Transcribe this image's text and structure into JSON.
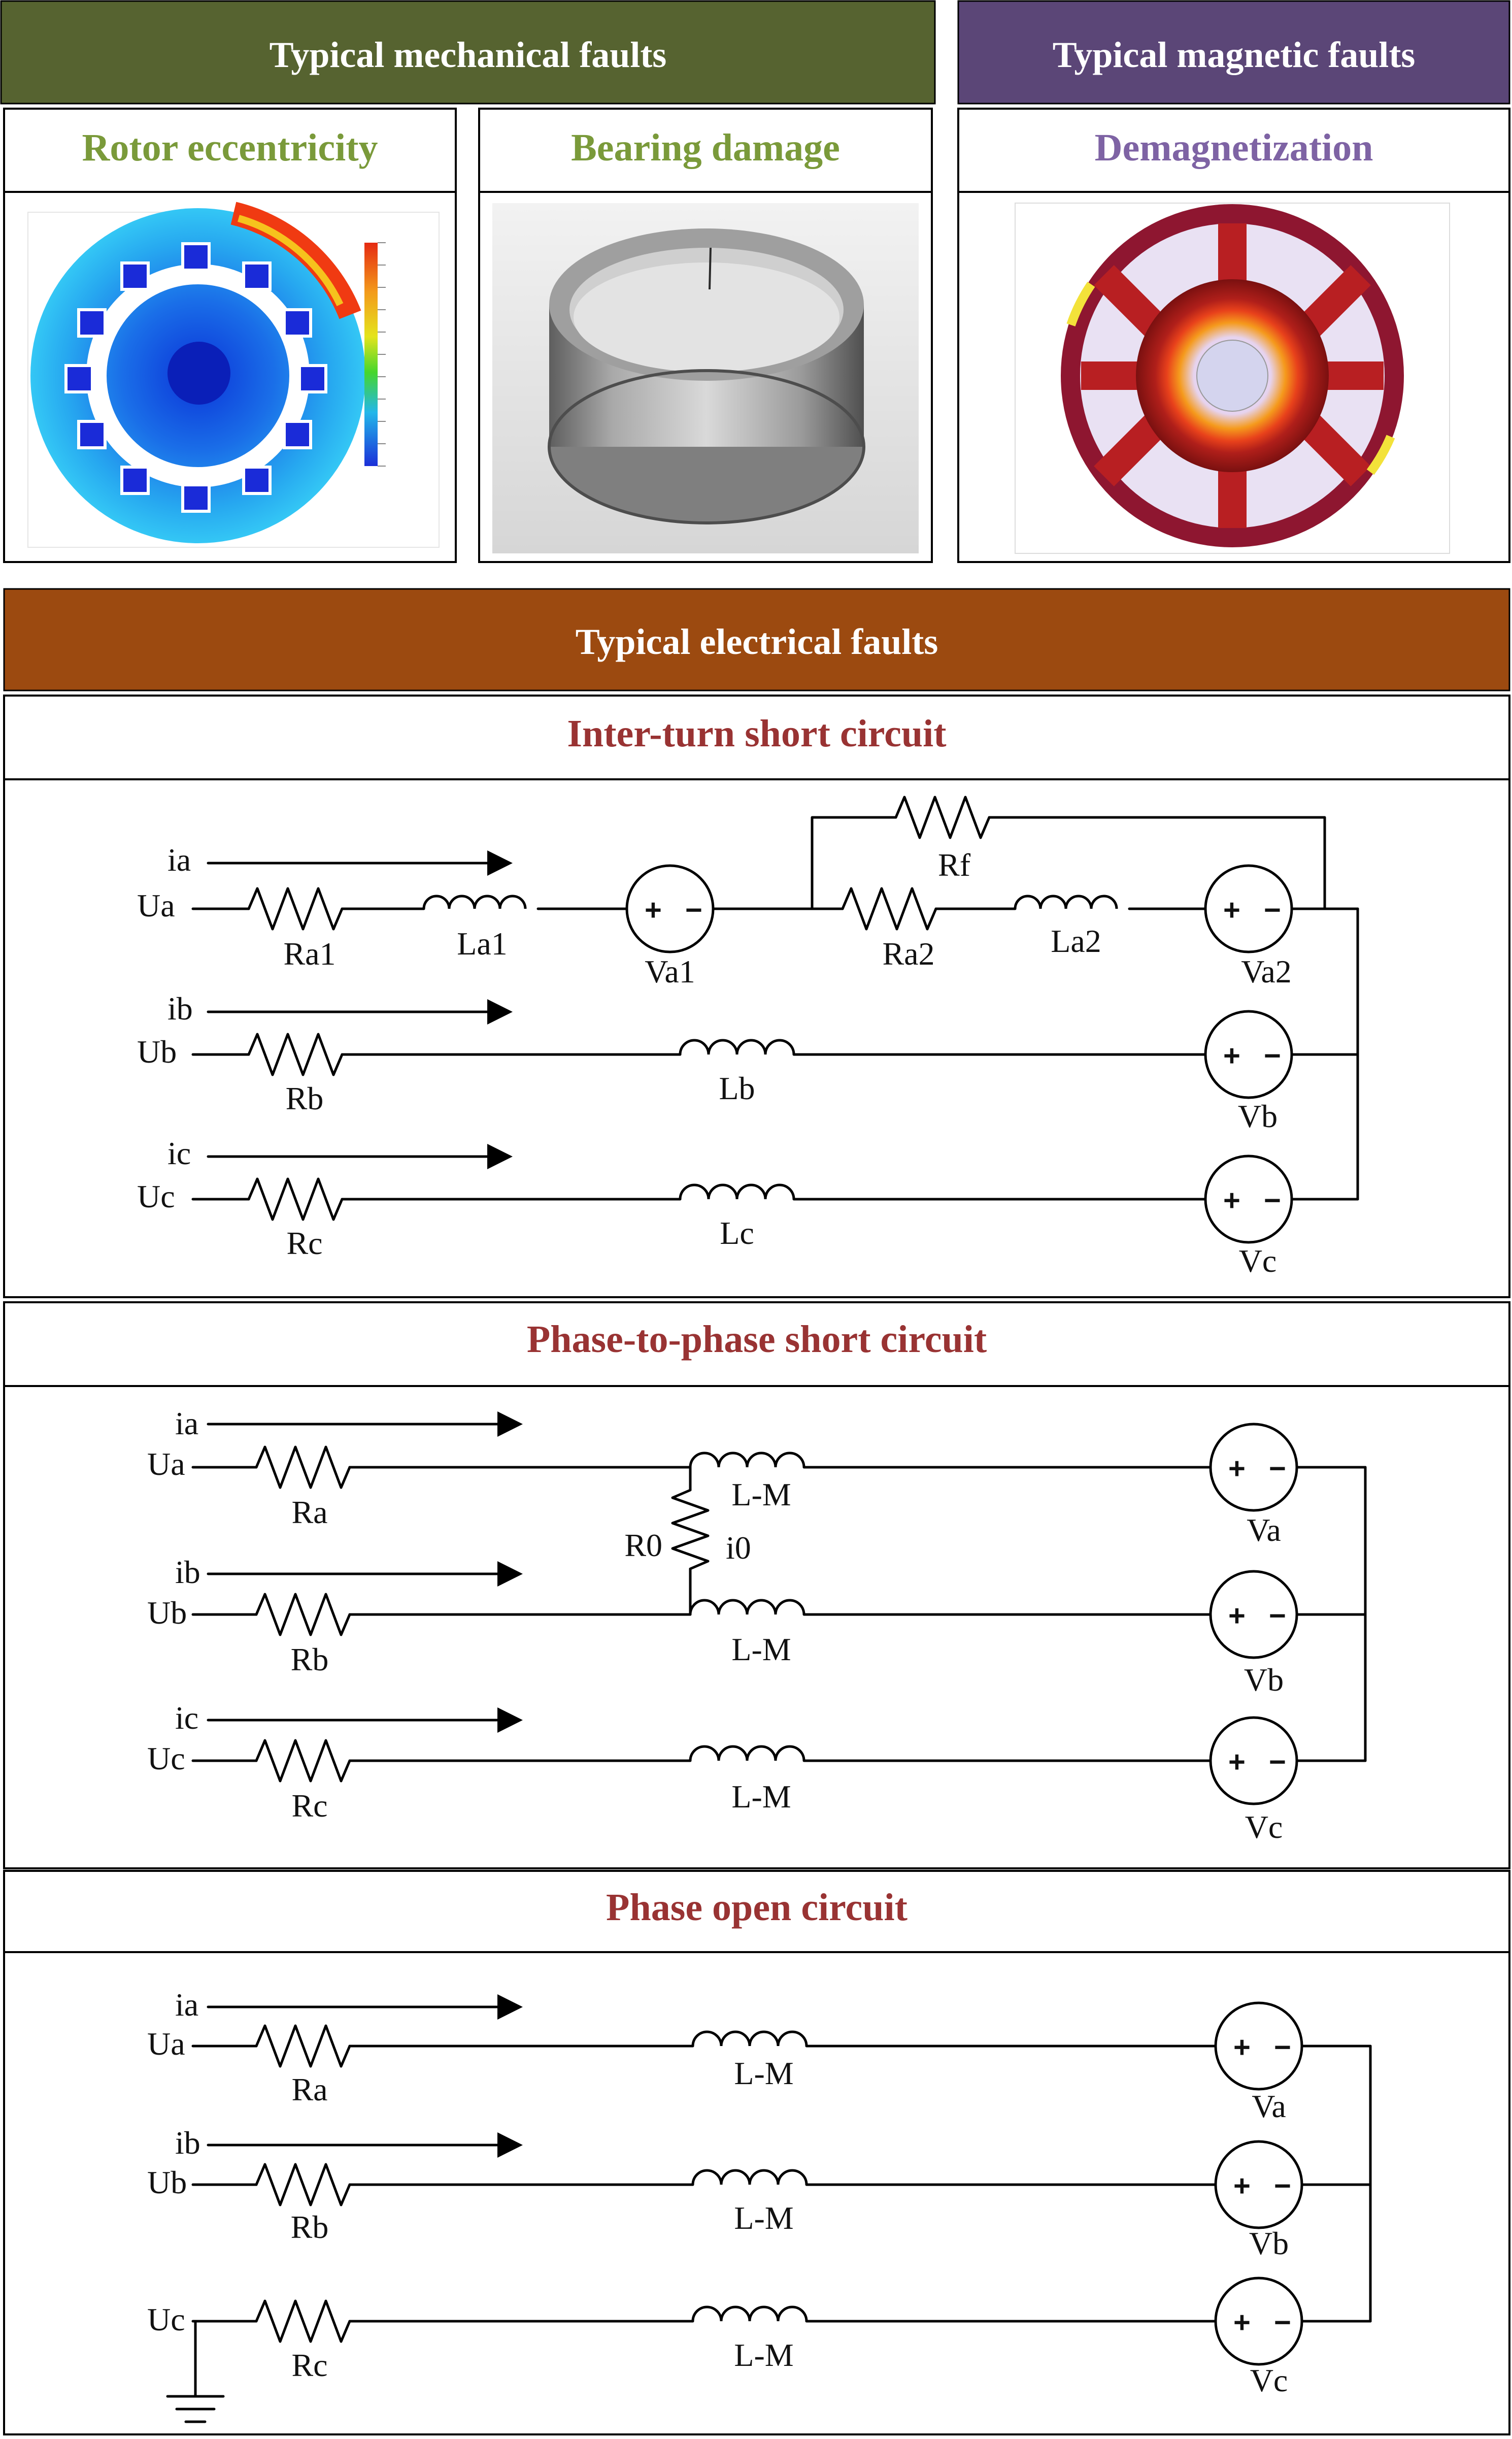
{
  "colors": {
    "mechanical_header": "#566330",
    "magnetic_header": "#5b4677",
    "electrical_header": "#9c4a10",
    "mechanical_title": "#7a9a3a",
    "magnetic_title": "#7e63a4",
    "electrical_title": "#993333"
  },
  "mechanical": {
    "header": "Typical mechanical faults",
    "rotor": {
      "title": "Rotor eccentricity"
    },
    "bearing": {
      "title": "Bearing damage"
    }
  },
  "magnetic": {
    "header": "Typical magnetic faults",
    "demag": {
      "title": "Demagnetization"
    }
  },
  "electrical": {
    "header": "Typical electrical faults",
    "inter_turn": {
      "title": "Inter-turn short circuit",
      "labels": {
        "ia": "ia",
        "ib": "ib",
        "ic": "ic",
        "Ua": "Ua",
        "Ub": "Ub",
        "Uc": "Uc",
        "Ra1": "Ra1",
        "La1": "La1",
        "Va1": "Va1",
        "Rf": "Rf",
        "Ra2": "Ra2",
        "La2": "La2",
        "Va2": "Va2",
        "Rb": "Rb",
        "Lb": "Lb",
        "Vb": "Vb",
        "Rc": "Rc",
        "Lc": "Lc",
        "Vc": "Vc"
      }
    },
    "phase_to_phase": {
      "title": "Phase-to-phase short circuit",
      "labels": {
        "ia": "ia",
        "ib": "ib",
        "ic": "ic",
        "Ua": "Ua",
        "Ub": "Ub",
        "Uc": "Uc",
        "Ra": "Ra",
        "Rb": "Rb",
        "Rc": "Rc",
        "LMa": "L-M",
        "LMb": "L-M",
        "LMc": "L-M",
        "R0": "R0",
        "i0": "i0",
        "Va": "Va",
        "Vb": "Vb",
        "Vc": "Vc"
      }
    },
    "open_circuit": {
      "title": "Phase open circuit",
      "labels": {
        "ia": "ia",
        "ib": "ib",
        "Ua": "Ua",
        "Ub": "Ub",
        "Uc": "Uc",
        "Ra": "Ra",
        "Rb": "Rb",
        "Rc": "Rc",
        "LMa": "L-M",
        "LMb": "L-M",
        "LMc": "L-M",
        "Va": "Va",
        "Vb": "Vb",
        "Vc": "Vc"
      }
    },
    "source_signs": {
      "plus": "+",
      "minus": "−"
    }
  }
}
